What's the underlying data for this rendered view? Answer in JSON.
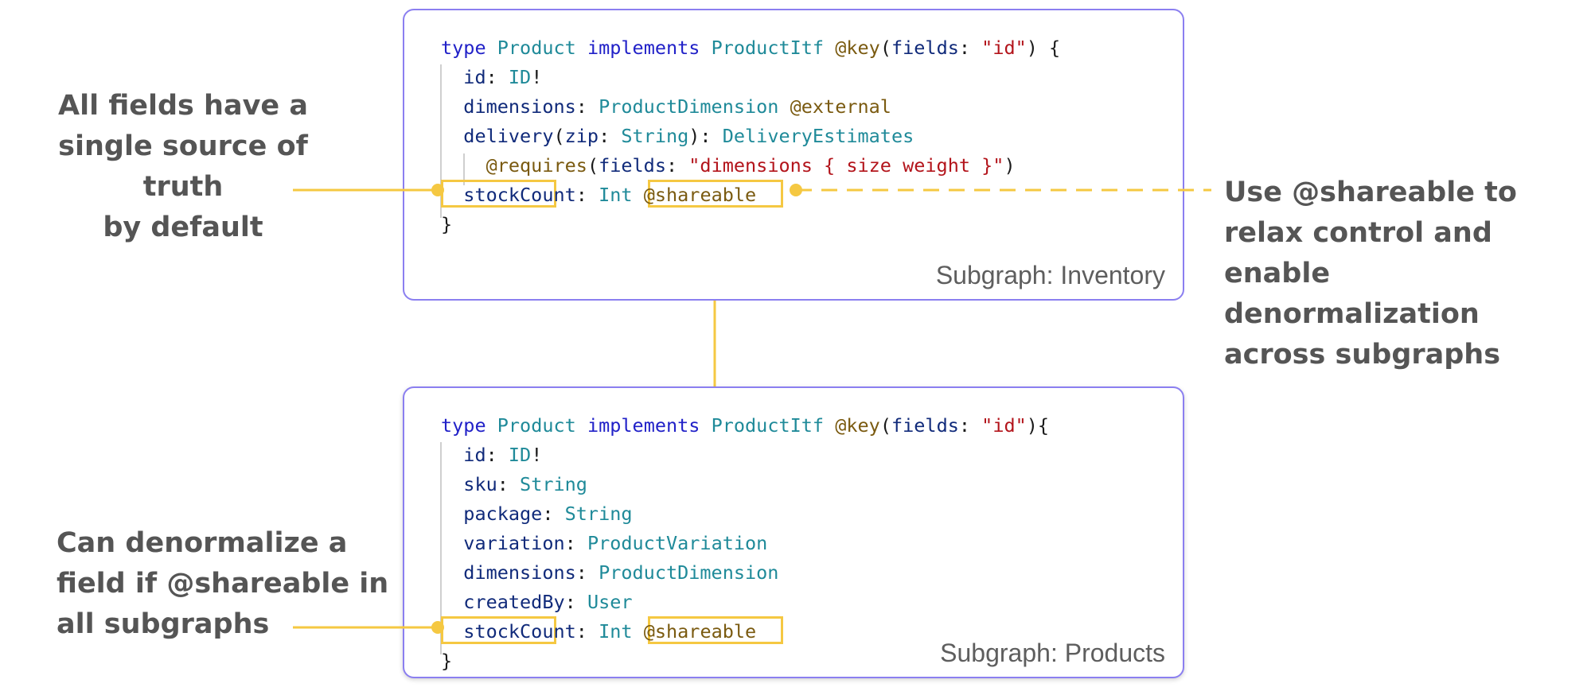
{
  "inventory": {
    "subgraph_label": "Subgraph: Inventory",
    "code": {
      "l1": {
        "kw1": "type",
        "name": "Product",
        "kw2": "implements",
        "itf": "ProductItf",
        "dir": "@key",
        "p1": "(",
        "arg": "fields",
        "p2": ": ",
        "val": "\"id\"",
        "p3": ") {"
      },
      "l2": {
        "field": "id",
        "sep": ": ",
        "type": "ID",
        "bang": "!"
      },
      "l3": {
        "field": "dimensions",
        "sep": ": ",
        "type": "ProductDimension",
        "dir": "@external"
      },
      "l4": {
        "field": "delivery",
        "p1": "(",
        "arg": "zip",
        "sep1": ": ",
        "argtype": "String",
        "p2": "): ",
        "type": "DeliveryEstimates"
      },
      "l5": {
        "dir": "@requires",
        "p1": "(",
        "arg": "fields",
        "sep": ": ",
        "val": "\"dimensions { size weight }\"",
        "p2": ")"
      },
      "l6": {
        "field": "stockCount",
        "sep": ":",
        "type": "Int",
        "dir": "@shareable"
      },
      "l7": {
        "close": "}"
      }
    }
  },
  "products": {
    "subgraph_label": "Subgraph: Products",
    "code": {
      "l1": {
        "kw1": "type",
        "name": "Product",
        "kw2": "implements",
        "itf": "ProductItf",
        "dir": "@key",
        "p1": "(",
        "arg": "fields",
        "p2": ": ",
        "val": "\"id\"",
        "p3": "){"
      },
      "l2": {
        "field": "id",
        "sep": ": ",
        "type": "ID",
        "bang": "!"
      },
      "l3": {
        "field": "sku",
        "sep": ": ",
        "type": "String"
      },
      "l4": {
        "field": "package",
        "sep": ": ",
        "type": "String"
      },
      "l5": {
        "field": "variation",
        "sep": ": ",
        "type": "ProductVariation"
      },
      "l6": {
        "field": "dimensions",
        "sep": ": ",
        "type": "ProductDimension"
      },
      "l7": {
        "field": "createdBy",
        "sep": ": ",
        "type": "User"
      },
      "l8": {
        "field": "stockCount",
        "sep": ":",
        "type": "Int",
        "dir": "@shareable"
      },
      "l9": {
        "close": "}"
      }
    }
  },
  "annotations": {
    "single_source": [
      "All fields have a",
      "single source of truth",
      "by default"
    ],
    "use_shareable": [
      "Use @shareable to",
      "relax control and",
      "enable denormalization",
      "across subgraphs"
    ],
    "denormalize": [
      "Can denormalize a",
      "field if @shareable in",
      "all subgraphs"
    ]
  },
  "colors": {
    "highlight": "#f5c842",
    "panel_border": "#8b7ff0",
    "annotation_text": "#555555",
    "keyword": "#2121c8",
    "type": "#1f8a99",
    "field": "#102a7a",
    "directive": "#7a5a10",
    "string": "#b3141b"
  }
}
